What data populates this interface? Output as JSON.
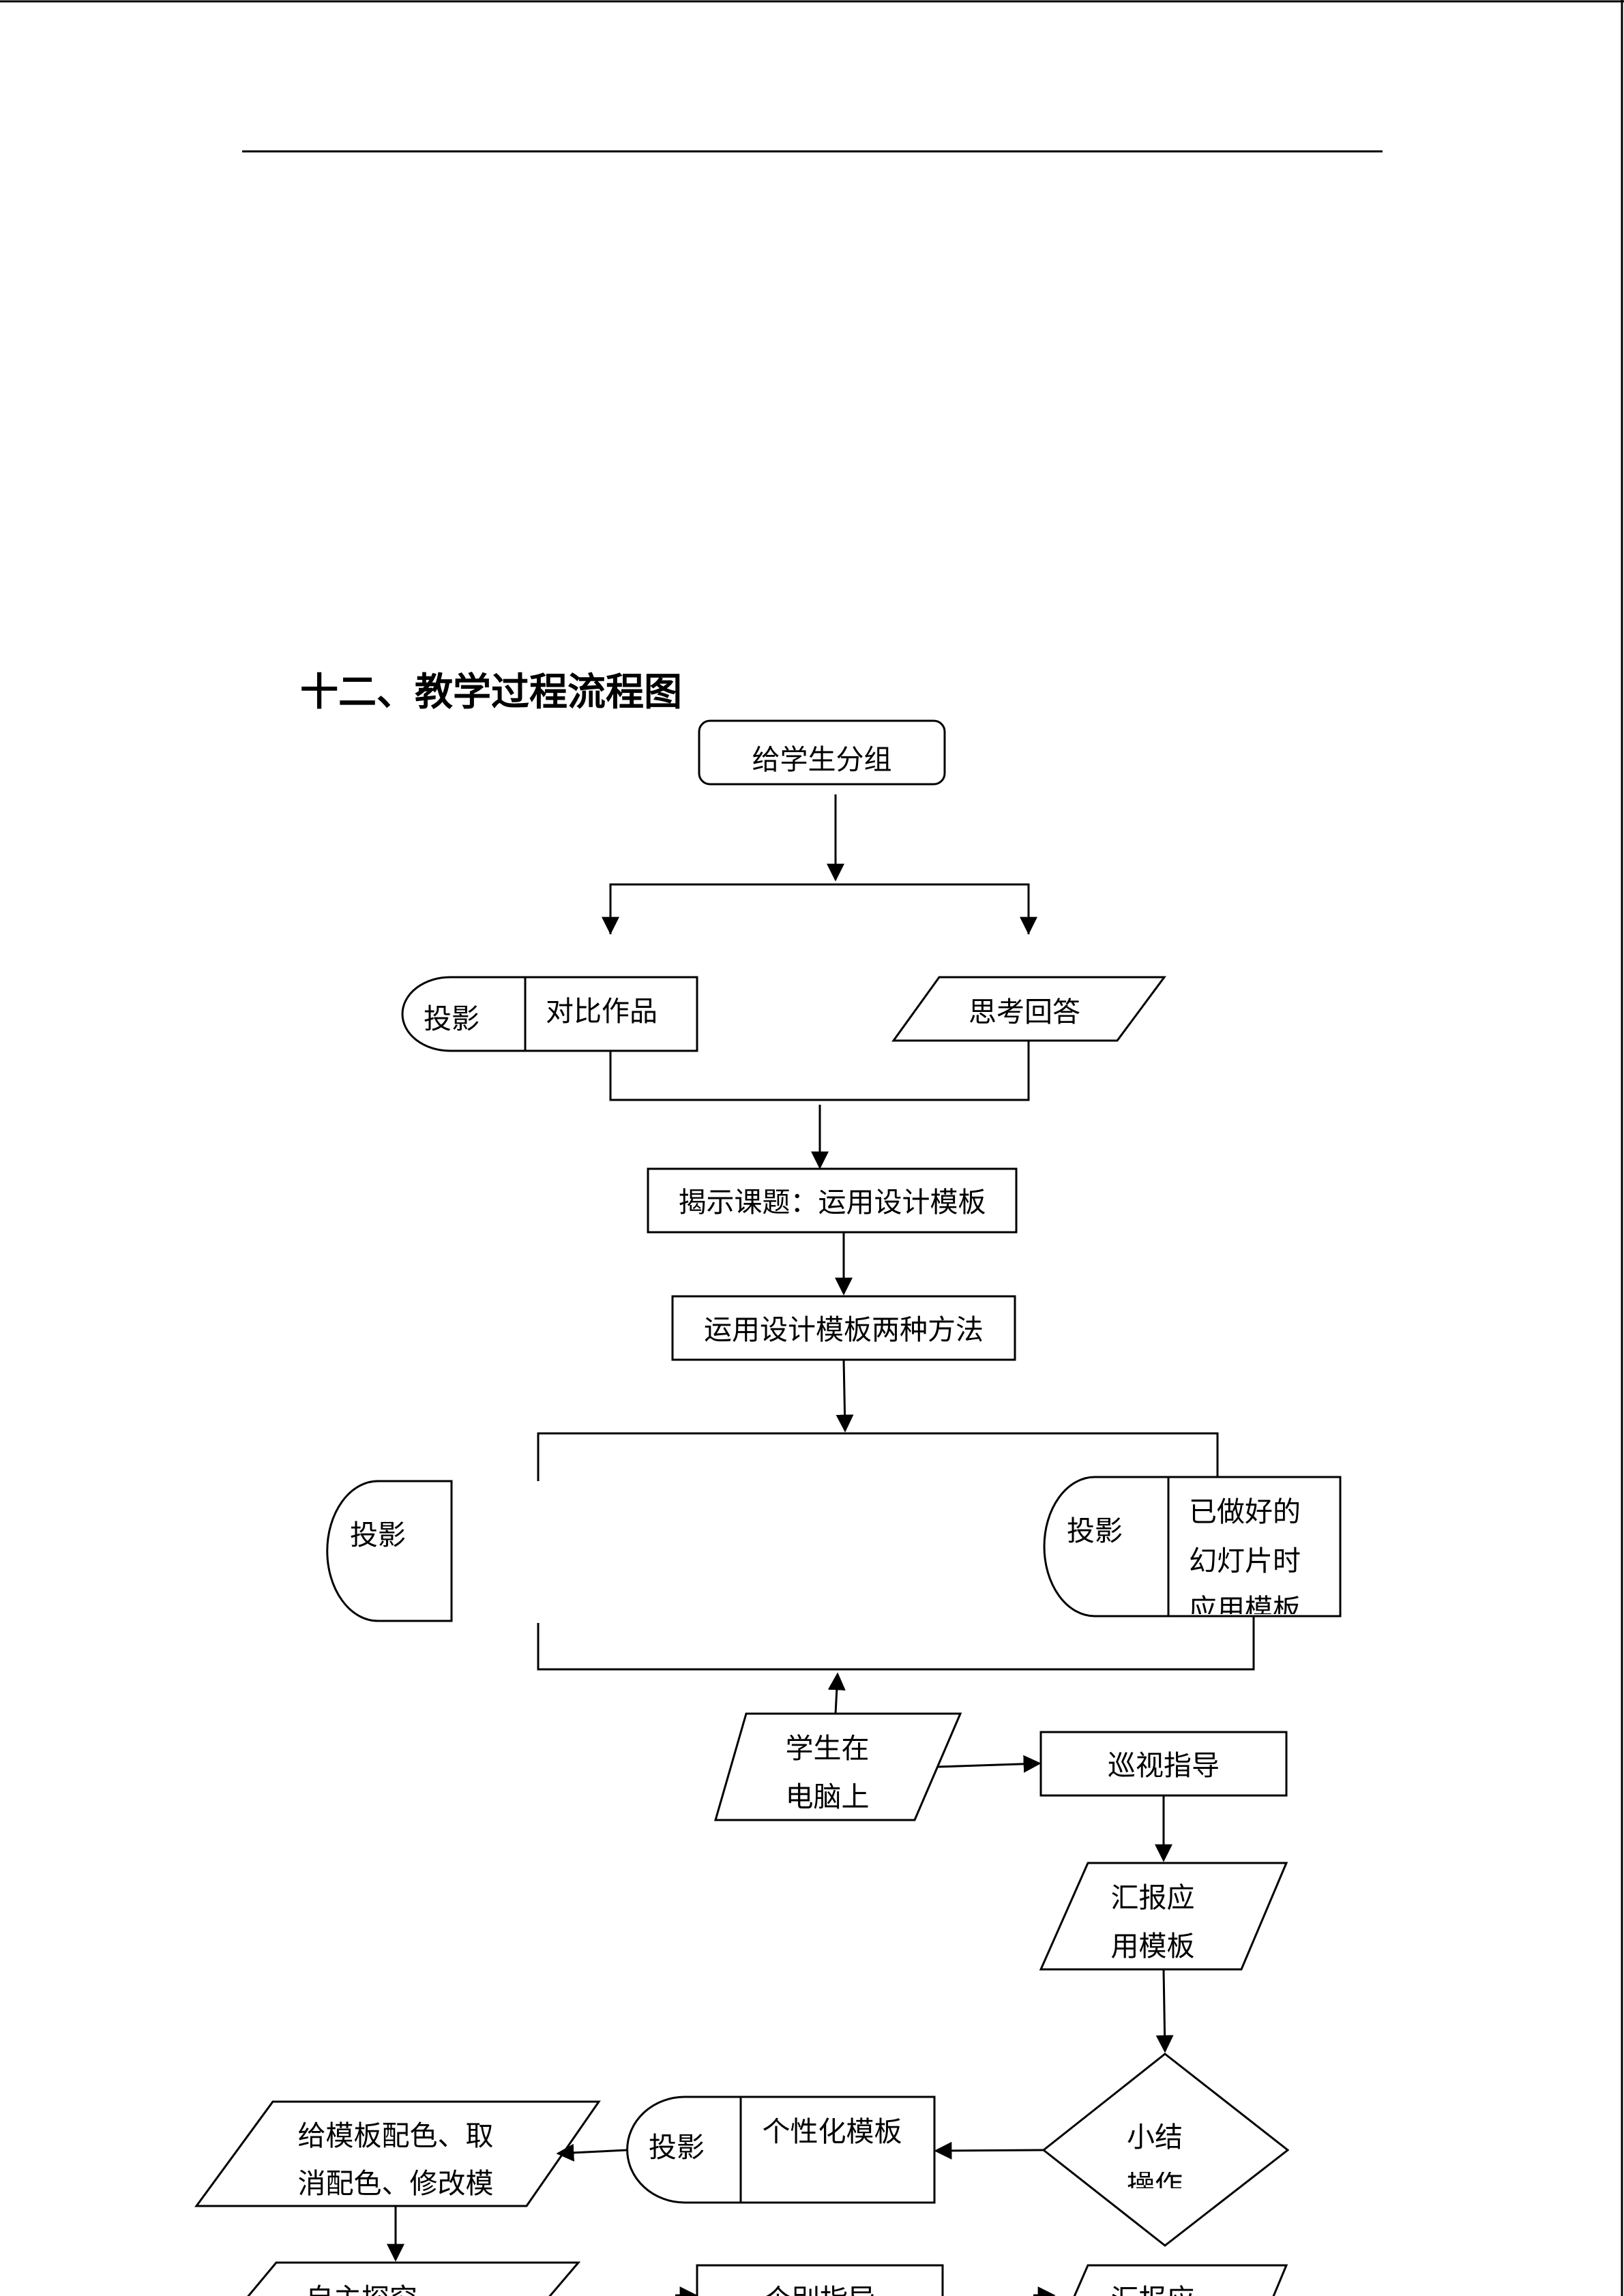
{
  "section_title": "十二、教学过程流程图",
  "nodes": {
    "group": "给学生分组",
    "projection": "投影",
    "compare": "对比作品",
    "think": "思考回答",
    "reveal": "揭示课题：运用设计模板",
    "methods": "运用设计模板两种方法",
    "applied_line1": "已做好的",
    "applied_line2": "幻灯片时",
    "applied_line3": "应用模板",
    "student_line1": "学生在",
    "student_line2": "电脑上",
    "patrol": "巡视指导",
    "report_line1": "汇报应",
    "report_line2": "用模板",
    "summary_line1": "小结",
    "summary_line2": "操作",
    "personal": "个性化模板",
    "color_line1": "给模板配色、取",
    "color_line2": "消配色、修改模",
    "explore": "自主探究",
    "individual": "个别指导",
    "report2": "汇报应"
  },
  "colors": {
    "stroke": "#000000",
    "background": "#ffffff"
  }
}
